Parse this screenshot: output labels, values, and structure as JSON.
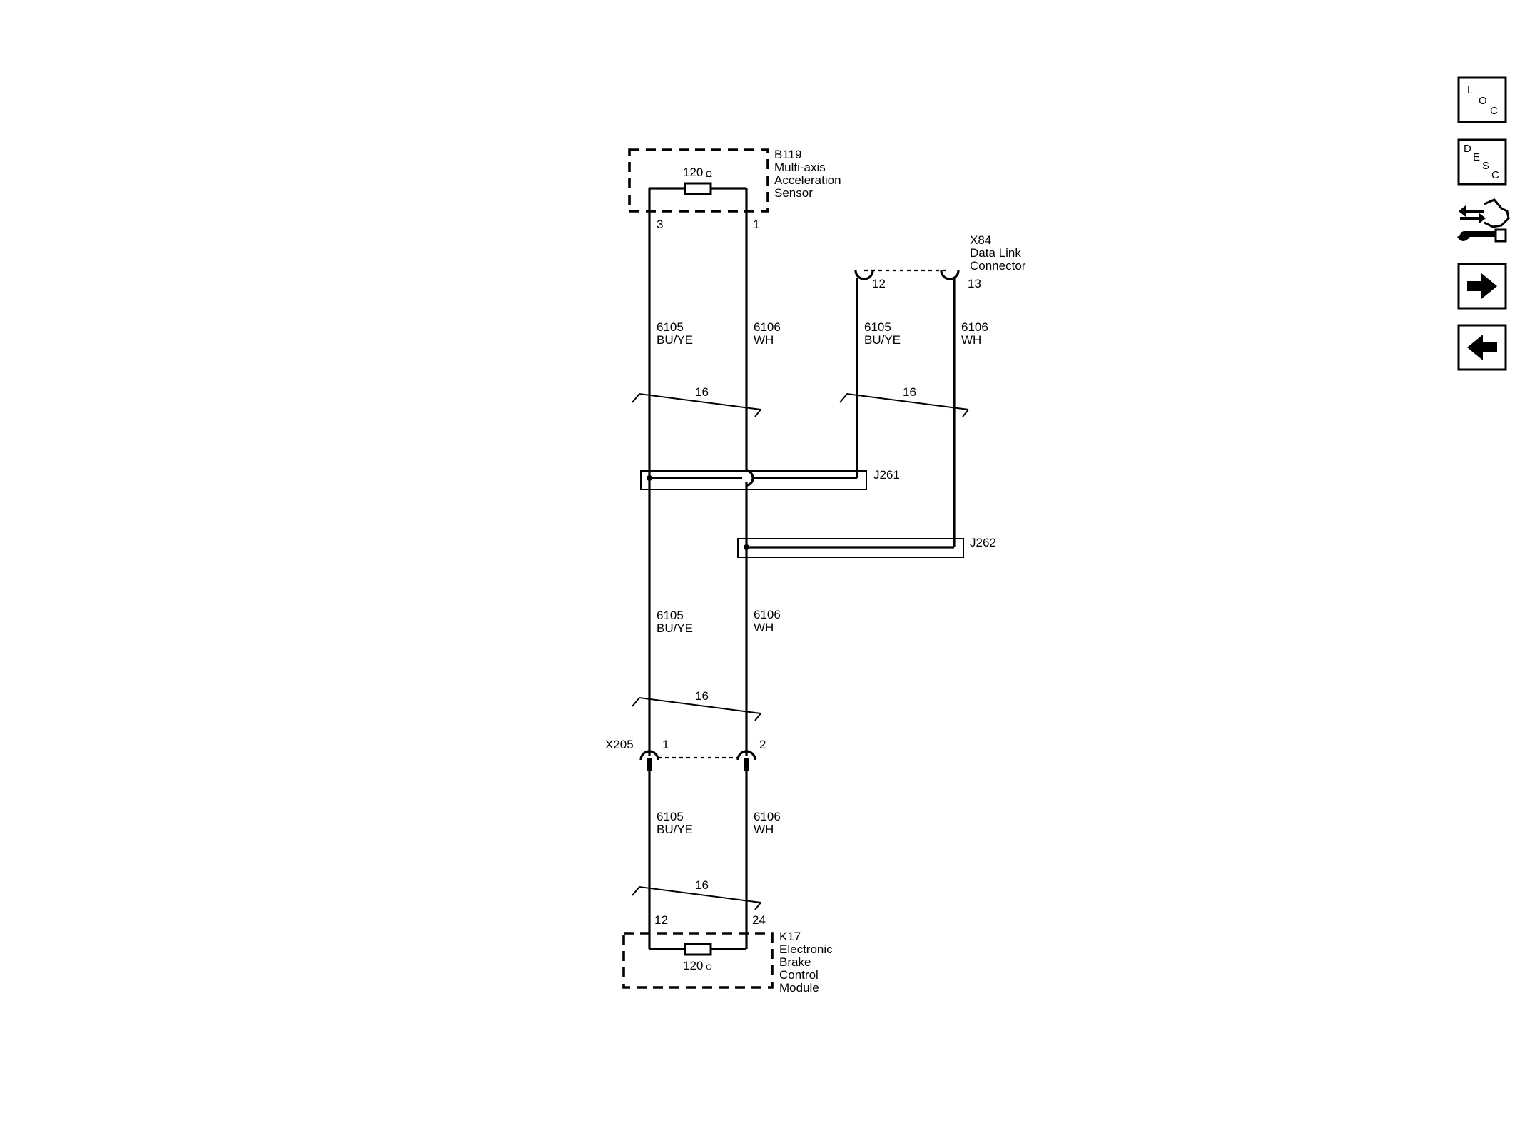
{
  "components": {
    "b119": {
      "id": "B119",
      "name_lines": [
        "Multi-axis",
        "Acceleration",
        "Sensor"
      ],
      "resistor": "120",
      "pin_left": "3",
      "pin_right": "1"
    },
    "x84": {
      "id": "X84",
      "name_lines": [
        "Data Link",
        "Connector"
      ],
      "pin_left": "12",
      "pin_right": "13"
    },
    "j261": {
      "id": "J261"
    },
    "j262": {
      "id": "J262"
    },
    "x205": {
      "id": "X205",
      "pin_left": "1",
      "pin_right": "2"
    },
    "k17": {
      "id": "K17",
      "name_lines": [
        "Electronic",
        "Brake",
        "Control",
        "Module"
      ],
      "resistor": "120",
      "pin_left": "12",
      "pin_right": "24"
    }
  },
  "units": {
    "ohm": "Ω"
  },
  "wires": {
    "circuit_a": {
      "number": "6105",
      "color": "BU/YE"
    },
    "circuit_b": {
      "number": "6106",
      "color": "WH"
    },
    "gauge": "16"
  },
  "nav_buttons": {
    "loc": [
      "L",
      "O",
      "C"
    ],
    "desc": [
      "D",
      "E",
      "S",
      "C"
    ],
    "tools_icon": "connector-tool-icon",
    "next_icon": "arrow-right-icon",
    "prev_icon": "arrow-left-icon"
  },
  "colors": {
    "line": "#000000",
    "background": "#ffffff"
  }
}
